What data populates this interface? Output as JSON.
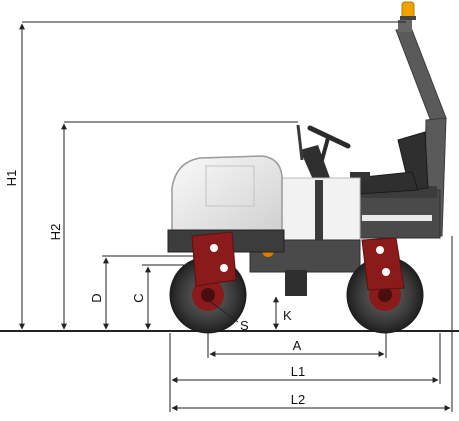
{
  "dimensions": {
    "H1": "H1",
    "H2": "H2",
    "D": "D",
    "C": "C",
    "K": "K",
    "S": "S",
    "A": "A",
    "L1": "L1",
    "L2": "L2"
  },
  "colors": {
    "frame": "#4b4b4b",
    "dark_frame": "#2f2f2f",
    "drum_red": "#8b1a1a",
    "engine_hood": "#efefef",
    "beacon": "#f0a400",
    "dimension_line": "#222222"
  },
  "icons": [
    "beacon-light-icon",
    "steering-wheel-icon",
    "operator-seat-icon"
  ]
}
